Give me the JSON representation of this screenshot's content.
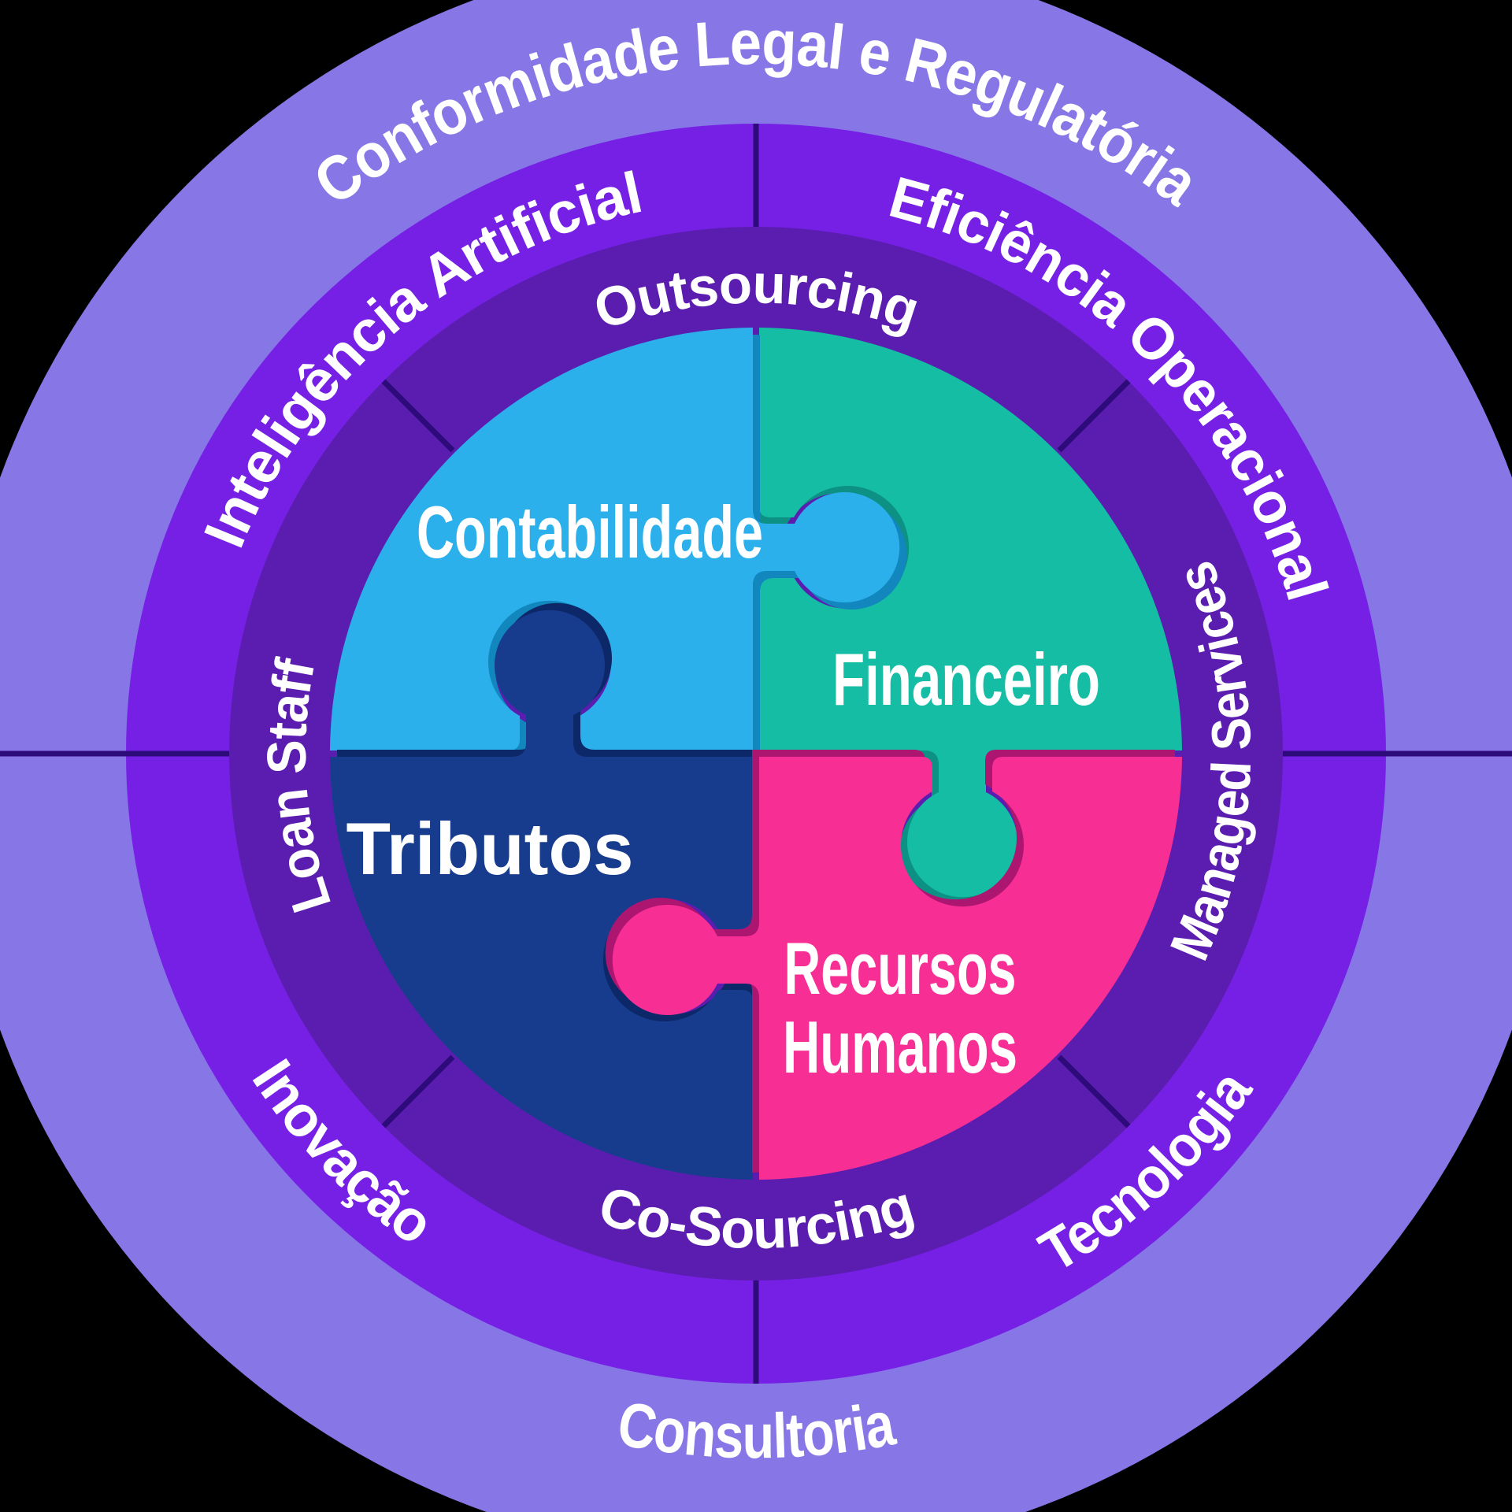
{
  "diagram": {
    "type": "circular-services-infographic",
    "language": "pt-BR",
    "background_color": "#000000",
    "rings": {
      "outer": {
        "color": "#8776E6",
        "labels": {
          "top": "Conformidade Legal e Regulatória",
          "bottom": "Consultoria"
        }
      },
      "middle": {
        "color": "#7620E6",
        "labels": {
          "upper_left": "Inteligência Artificial",
          "upper_right": "Eficiência Operacional",
          "lower_left": "Inovação",
          "lower_right": "Tecnologia"
        }
      },
      "inner": {
        "color": "#5B1DB0",
        "labels": {
          "top": "Outsourcing",
          "right": "Managed Services",
          "bottom": "Co-Sourcing",
          "left": "Loan Staff"
        }
      }
    },
    "divider_color": "#2E0B7A",
    "text_color": "#FFFFFF",
    "puzzle": {
      "pieces": [
        {
          "id": "contabilidade",
          "label": "Contabilidade",
          "color": "#2BB0EB",
          "shadow_color": "#1187BE",
          "position": "top-left"
        },
        {
          "id": "financeiro",
          "label": "Financeiro",
          "color": "#14BDA3",
          "shadow_color": "#0C9184",
          "position": "top-right"
        },
        {
          "id": "tributos",
          "label": "Tributos",
          "color": "#173C8E",
          "shadow_color": "#0D2868",
          "position": "bottom-left"
        },
        {
          "id": "recursos-humanos",
          "label": "Recursos Humanos",
          "label_lines": [
            "Recursos",
            "Humanos"
          ],
          "color": "#F72E93",
          "shadow_color": "#AC1570",
          "position": "bottom-right"
        }
      ]
    }
  }
}
